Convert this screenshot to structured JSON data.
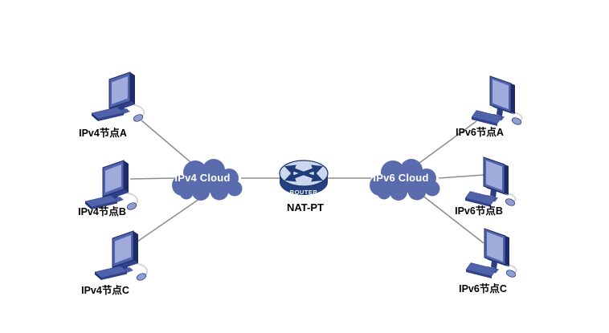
{
  "diagram": {
    "left_nodes": [
      {
        "id": "ipv4-node-a",
        "label": "IPv4节点A"
      },
      {
        "id": "ipv4-node-b",
        "label": "IPv4节点B"
      },
      {
        "id": "ipv4-node-c",
        "label": "IPv4节点C"
      }
    ],
    "right_nodes": [
      {
        "id": "ipv6-node-a",
        "label": "IPv6节点A"
      },
      {
        "id": "ipv6-node-b",
        "label": "IPv6节点B"
      },
      {
        "id": "ipv6-node-c",
        "label": "IPv6节点C"
      }
    ],
    "ipv4_cloud_label": "IPv4 Cloud",
    "ipv6_cloud_label": "IPv6 Cloud",
    "router_device_label": "ROUTER",
    "router_name": "NAT-PT"
  },
  "colors": {
    "cloud_fill": "#5a6bae",
    "router_body": "#24407e",
    "router_top": "#cbd7ec",
    "router_arrows": "#1e3a78",
    "pc_body": "#5062aa",
    "pc_screen": "#a0abdb",
    "pc_dark_edge": "#1d2c66",
    "connection_line": "#8f8f8f",
    "label_text": "#000000",
    "cloud_text": "#ffffff"
  }
}
